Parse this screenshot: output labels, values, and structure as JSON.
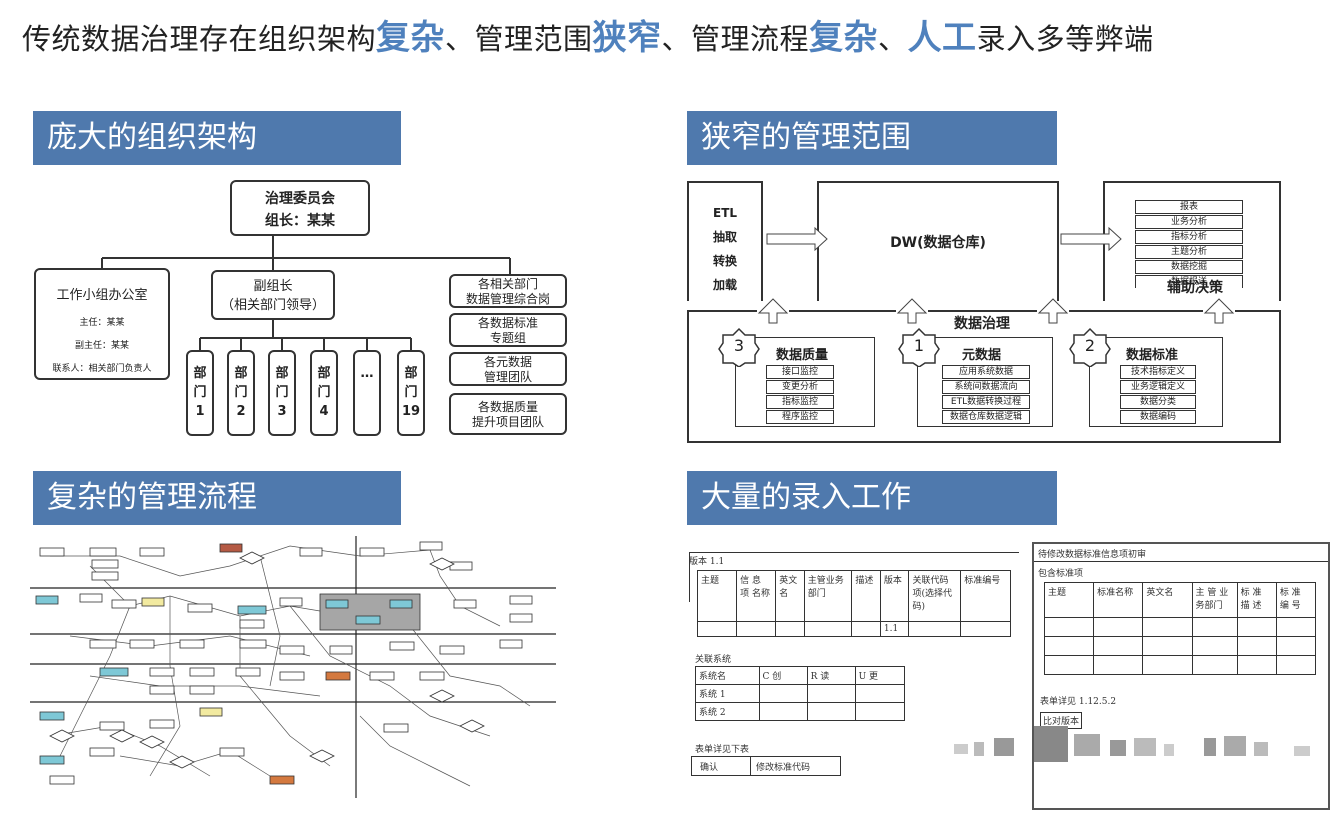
{
  "headline": {
    "p1": "传统数据治理存在组织架构",
    "h1": "复杂",
    "p2": "、管理范围",
    "h2": "狭窄",
    "p3": "、管理流程",
    "h3": "复杂",
    "p4": "、",
    "h4": "人工",
    "p5": "录入多等弊端"
  },
  "sections": {
    "org": "庞大的组织架构",
    "scope": "狭窄的管理范围",
    "flow": "复杂的管理流程",
    "entry": "大量的录入工作"
  },
  "org": {
    "top_line1": "治理委员会",
    "top_line2": "组长：某某",
    "office_title": "工作小组办公室",
    "office_lines": [
      "主任：某某",
      "副主任：某某",
      "联系人：相关部门负责人"
    ],
    "deputy_line1": "副组长",
    "deputy_line2": "（相关部门领导）",
    "depts": [
      {
        "a": "部",
        "b": "门",
        "c": "1"
      },
      {
        "a": "部",
        "b": "门",
        "c": "2"
      },
      {
        "a": "部",
        "b": "门",
        "c": "3"
      },
      {
        "a": "部",
        "b": "门",
        "c": "4"
      },
      {
        "a": "",
        "b": "…",
        "c": ""
      },
      {
        "a": "部",
        "b": "门",
        "c": "19"
      }
    ],
    "right_groups": [
      {
        "l1": "各相关部门",
        "l2": "数据管理综合岗"
      },
      {
        "l1": "各数据标准",
        "l2": "专题组"
      },
      {
        "l1": "各元数据",
        "l2": "管理团队"
      },
      {
        "l1": "各数据质量",
        "l2": "提升项目团队"
      }
    ]
  },
  "scope": {
    "etl": [
      "ETL",
      "抽取",
      "转换",
      "加载"
    ],
    "dw": "DW(数据仓库)",
    "reports": [
      "报表",
      "业务分析",
      "指标分析",
      "主题分析",
      "数据挖掘",
      "数据报送"
    ],
    "decision": "辅助决策",
    "governance": "数据治理",
    "modules": [
      {
        "num": "3",
        "title": "数据质量",
        "items": [
          "接口监控",
          "变更分析",
          "指标监控",
          "程序监控"
        ]
      },
      {
        "num": "1",
        "title": "元数据",
        "items": [
          "应用系统数据",
          "系统间数据流向",
          "ETL数据转换过程",
          "数据仓库数据逻辑"
        ]
      },
      {
        "num": "2",
        "title": "数据标准",
        "items": [
          "技术指标定义",
          "业务逻辑定义",
          "数据分类",
          "数据编码"
        ]
      }
    ]
  },
  "form_left": {
    "version": "版本 1.1",
    "headers": [
      "主题",
      "信 息 项 名称",
      "英文 名",
      "主管业务 部门",
      "描述",
      "版本",
      "关联代码 项(选择代 码)",
      "标准编号"
    ],
    "row_version": "1.1",
    "related_label": "关联系统",
    "sys_headers": [
      "系统名",
      "C 创",
      "R 读",
      "U 更"
    ],
    "sys_rows": [
      "系统 1",
      "系统 2"
    ],
    "detail_label": "表单详见下表",
    "btn_confirm": "确认",
    "btn_modify": "修改标准代码"
  },
  "form_right": {
    "title": "待修改数据标准信息项初审",
    "contains": "包含标准项",
    "headers": [
      "主题",
      "标准名称",
      "英文名",
      "主 管 业 务部门",
      "标 准 描 述",
      "标 准 编 号"
    ],
    "detail": "表单详见 1.12.5.2",
    "btn_compare": "比对版本"
  }
}
